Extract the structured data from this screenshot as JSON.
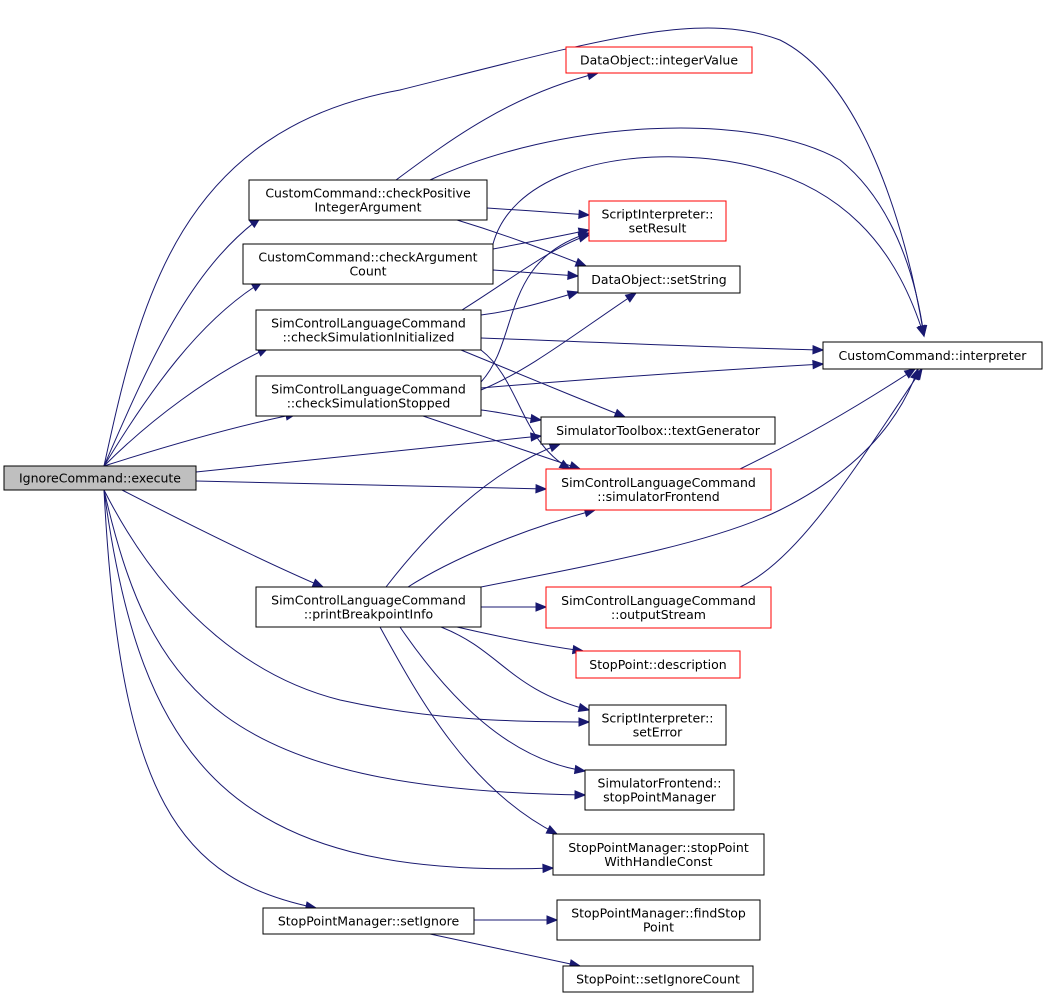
{
  "graph": {
    "colors": {
      "edge": "#191970",
      "missing_border": "#ff0000",
      "root_fill": "#bfbfbf"
    },
    "nodes": [
      {
        "id": "execute",
        "lines": [
          "IgnoreCommand::execute"
        ],
        "root": true
      },
      {
        "id": "integerValue",
        "lines": [
          "DataObject::integerValue"
        ],
        "missing": true
      },
      {
        "id": "checkPositive",
        "lines": [
          "CustomCommand::checkPositive",
          "IntegerArgument"
        ]
      },
      {
        "id": "setResult",
        "lines": [
          "ScriptInterpreter::",
          "setResult"
        ],
        "missing": true
      },
      {
        "id": "checkArgCount",
        "lines": [
          "CustomCommand::checkArgument",
          "Count"
        ]
      },
      {
        "id": "setString",
        "lines": [
          "DataObject::setString"
        ]
      },
      {
        "id": "checkSimInit",
        "lines": [
          "SimControlLanguageCommand",
          "::checkSimulationInitialized"
        ]
      },
      {
        "id": "interpreter",
        "lines": [
          "CustomCommand::interpreter"
        ]
      },
      {
        "id": "checkSimStopped",
        "lines": [
          "SimControlLanguageCommand",
          "::checkSimulationStopped"
        ]
      },
      {
        "id": "textGenerator",
        "lines": [
          "SimulatorToolbox::textGenerator"
        ]
      },
      {
        "id": "simFrontend",
        "lines": [
          "SimControlLanguageCommand",
          "::simulatorFrontend"
        ],
        "missing": true
      },
      {
        "id": "printBreakpoint",
        "lines": [
          "SimControlLanguageCommand",
          "::printBreakpointInfo"
        ]
      },
      {
        "id": "outputStream",
        "lines": [
          "SimControlLanguageCommand",
          "::outputStream"
        ],
        "missing": true
      },
      {
        "id": "description",
        "lines": [
          "StopPoint::description"
        ],
        "missing": true
      },
      {
        "id": "setError",
        "lines": [
          "ScriptInterpreter::",
          "setError"
        ]
      },
      {
        "id": "stopPointManager",
        "lines": [
          "SimulatorFrontend::",
          "stopPointManager"
        ]
      },
      {
        "id": "stopPointWithHandle",
        "lines": [
          "StopPointManager::stopPoint",
          "WithHandleConst"
        ]
      },
      {
        "id": "setIgnore",
        "lines": [
          "StopPointManager::setIgnore"
        ]
      },
      {
        "id": "findStopPoint",
        "lines": [
          "StopPointManager::findStop",
          "Point"
        ]
      },
      {
        "id": "setIgnoreCount",
        "lines": [
          "StopPoint::setIgnoreCount"
        ]
      }
    ],
    "edges": [
      [
        "execute",
        "interpreter"
      ],
      [
        "execute",
        "checkPositive"
      ],
      [
        "execute",
        "checkArgCount"
      ],
      [
        "execute",
        "checkSimInit"
      ],
      [
        "execute",
        "checkSimStopped"
      ],
      [
        "execute",
        "textGenerator"
      ],
      [
        "execute",
        "simFrontend"
      ],
      [
        "execute",
        "printBreakpoint"
      ],
      [
        "execute",
        "setError"
      ],
      [
        "execute",
        "stopPointManager"
      ],
      [
        "execute",
        "stopPointWithHandle"
      ],
      [
        "execute",
        "setIgnore"
      ],
      [
        "checkPositive",
        "integerValue"
      ],
      [
        "checkPositive",
        "interpreter"
      ],
      [
        "checkPositive",
        "setResult"
      ],
      [
        "checkPositive",
        "setString"
      ],
      [
        "checkArgCount",
        "interpreter"
      ],
      [
        "checkArgCount",
        "setResult"
      ],
      [
        "checkArgCount",
        "setString"
      ],
      [
        "checkSimInit",
        "setResult"
      ],
      [
        "checkSimInit",
        "setString"
      ],
      [
        "checkSimInit",
        "interpreter"
      ],
      [
        "checkSimInit",
        "textGenerator"
      ],
      [
        "checkSimInit",
        "simFrontend"
      ],
      [
        "checkSimStopped",
        "setResult"
      ],
      [
        "checkSimStopped",
        "setString"
      ],
      [
        "checkSimStopped",
        "interpreter"
      ],
      [
        "checkSimStopped",
        "textGenerator"
      ],
      [
        "checkSimStopped",
        "simFrontend"
      ],
      [
        "simFrontend",
        "interpreter"
      ],
      [
        "printBreakpoint",
        "textGenerator"
      ],
      [
        "printBreakpoint",
        "simFrontend"
      ],
      [
        "printBreakpoint",
        "interpreter"
      ],
      [
        "printBreakpoint",
        "outputStream"
      ],
      [
        "printBreakpoint",
        "description"
      ],
      [
        "printBreakpoint",
        "setError"
      ],
      [
        "printBreakpoint",
        "stopPointManager"
      ],
      [
        "printBreakpoint",
        "stopPointWithHandle"
      ],
      [
        "outputStream",
        "interpreter"
      ],
      [
        "setIgnore",
        "findStopPoint"
      ],
      [
        "setIgnore",
        "setIgnoreCount"
      ]
    ]
  }
}
